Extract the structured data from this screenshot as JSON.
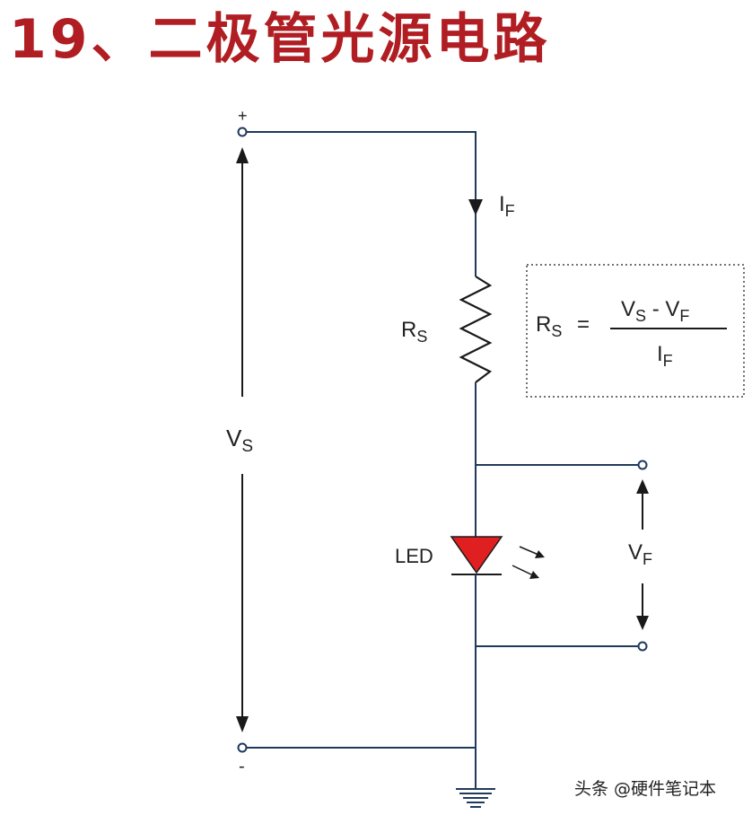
{
  "title": "19、二极管光源电路",
  "labels": {
    "plus": "+",
    "minus": "-",
    "current": {
      "main": "I",
      "sub": "F"
    },
    "resistor": {
      "main": "R",
      "sub": "S"
    },
    "supply_voltage": {
      "main": "V",
      "sub": "S"
    },
    "led": "LED",
    "forward_voltage": {
      "main": "V",
      "sub": "F"
    }
  },
  "formula": {
    "lhs": {
      "main": "R",
      "sub": "S"
    },
    "equals": "=",
    "numerator": {
      "a_main": "V",
      "a_sub": "S",
      "minus": " - ",
      "b_main": "V",
      "b_sub": "F"
    },
    "denominator": {
      "main": "I",
      "sub": "F"
    }
  },
  "watermark": "头条 @硬件笔记本",
  "colors": {
    "wire": "#1f3a5c",
    "led_fill": "#e02020",
    "title": "#b01e23",
    "text": "#222222"
  },
  "icons": [
    "ground-symbol",
    "led-diode-symbol",
    "light-emission-arrows",
    "resistor-zigzag",
    "terminal-dot"
  ]
}
